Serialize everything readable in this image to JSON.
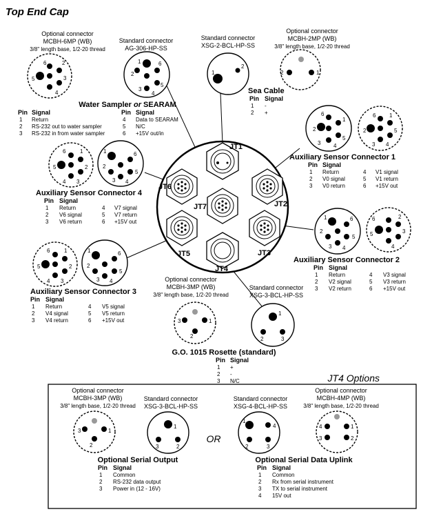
{
  "title": "Top End Cap",
  "jt4_options_title": "JT4 Options",
  "or_label": "OR",
  "jt_labels": [
    "JT1",
    "JT2",
    "JT3",
    "JT4",
    "JT5",
    "JT6",
    "JT7"
  ],
  "connectors": {
    "ws_opt": {
      "l1": "Optional connector",
      "l2": "MCBH-6MP (WB)",
      "l3": "3/8\" length base, 1/2-20 thread"
    },
    "ws_std": {
      "l1": "Standard connector",
      "l2": "AG-306-HP-SS"
    },
    "sea_std": {
      "l1": "Standard connector",
      "l2": "XSG-2-BCL-HP-SS"
    },
    "sea_opt": {
      "l1": "Optional connector",
      "l2": "MCBH-2MP (WB)",
      "l3": "3/8\" length base, 1/2-20 thread"
    },
    "go_opt": {
      "l1": "Optional connector",
      "l2": "MCBH-3MP (WB)",
      "l3": "3/8\" length base, 1/2-20 thread"
    },
    "go_std": {
      "l1": "Standard connector",
      "l2": "XSG-3-BCL-HP-SS"
    },
    "so_opt": {
      "l1": "Optional connector",
      "l2": "MCBH-3MP (WB)",
      "l3": "3/8\" length base, 1/2-20 thread"
    },
    "so_std": {
      "l1": "Standard connector",
      "l2": "XSG-3-BCL-HP-SS"
    },
    "up_std": {
      "l1": "Standard connector",
      "l2": "XSG-4-BCL-HP-SS"
    },
    "up_opt": {
      "l1": "Optional connector",
      "l2": "MCBH-4MP (WB)",
      "l3": "3/8\" length base, 1/2-20 thread"
    }
  },
  "tables": {
    "water": {
      "title": "Water Sampler ",
      "title_or": "or",
      "title_end": " SEARAM",
      "headers": [
        "Pin",
        "Signal"
      ],
      "left": [
        [
          "1",
          "Return"
        ],
        [
          "2",
          "RS-232 out to water sampler"
        ],
        [
          "3",
          "RS-232 in from water sampler"
        ]
      ],
      "right": [
        [
          "4",
          "Data to SEARAM"
        ],
        [
          "5",
          "N/C"
        ],
        [
          "6",
          "+15V out/in"
        ]
      ]
    },
    "sea": {
      "title": "Sea Cable",
      "headers": [
        "Pin",
        "Signal"
      ],
      "rows": [
        [
          "1",
          "-"
        ],
        [
          "2",
          "+"
        ]
      ]
    },
    "aux1": {
      "title": "Auxiliary Sensor Connector 1",
      "headers": [
        "Pin",
        "Signal"
      ],
      "left": [
        [
          "1",
          "Return"
        ],
        [
          "2",
          "V0 signal"
        ],
        [
          "3",
          "V0 return"
        ]
      ],
      "right": [
        [
          "4",
          "V1 signal"
        ],
        [
          "5",
          "V1 return"
        ],
        [
          "6",
          "+15V out"
        ]
      ]
    },
    "aux4": {
      "title": "Auxiliary Sensor Connector 4",
      "headers": [
        "Pin",
        "Signal"
      ],
      "left": [
        [
          "1",
          "Return"
        ],
        [
          "2",
          "V6 signal"
        ],
        [
          "3",
          "V6 return"
        ]
      ],
      "right": [
        [
          "4",
          "V7 signal"
        ],
        [
          "5",
          "V7 return"
        ],
        [
          "6",
          "+15V out"
        ]
      ]
    },
    "aux2": {
      "title": "Auxiliary Sensor Connector 2",
      "headers": [
        "Pin",
        "Signal"
      ],
      "left": [
        [
          "1",
          "Return"
        ],
        [
          "2",
          "V2 signal"
        ],
        [
          "3",
          "V2 return"
        ]
      ],
      "right": [
        [
          "4",
          "V3 signal"
        ],
        [
          "5",
          "V3 return"
        ],
        [
          "6",
          "+15V out"
        ]
      ]
    },
    "aux3": {
      "title": "Auxiliary Sensor Connector 3",
      "headers": [
        "Pin",
        "Signal"
      ],
      "left": [
        [
          "1",
          "Return"
        ],
        [
          "2",
          "V4 signal"
        ],
        [
          "3",
          "V4 return"
        ]
      ],
      "right": [
        [
          "4",
          "V5 signal"
        ],
        [
          "5",
          "V5 return"
        ],
        [
          "6",
          "+15V out"
        ]
      ]
    },
    "go": {
      "title": "G.O. 1015 Rosette (standard)",
      "headers": [
        "Pin",
        "Signal"
      ],
      "rows": [
        [
          "1",
          "+"
        ],
        [
          "2",
          "-"
        ],
        [
          "3",
          "N/C"
        ]
      ]
    },
    "serial_out": {
      "title": "Optional Serial Output",
      "headers": [
        "Pin",
        "Signal"
      ],
      "rows": [
        [
          "1",
          "Common"
        ],
        [
          "2",
          "RS-232 data output"
        ],
        [
          "3",
          "Power in (12 - 16V)"
        ]
      ]
    },
    "uplink": {
      "title": "Optional Serial Data Uplink",
      "headers": [
        "Pin",
        "Signal"
      ],
      "rows": [
        [
          "1",
          "Common"
        ],
        [
          "2",
          "Rx from serial instrument"
        ],
        [
          "3",
          "TX to serial instrument"
        ],
        [
          "4",
          "15V out"
        ]
      ]
    }
  },
  "pin_numbers": [
    "1",
    "2",
    "3",
    "4",
    "5",
    "6"
  ]
}
